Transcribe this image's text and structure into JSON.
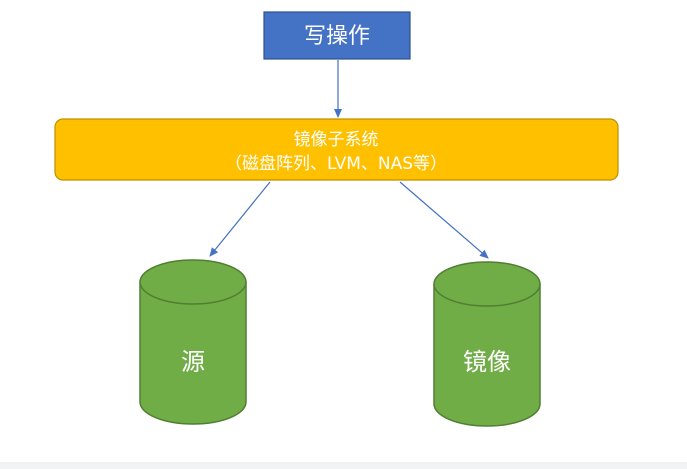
{
  "nodes": {
    "write_op": {
      "label": "写操作",
      "fill": "#4472C4",
      "stroke": "#2F528F",
      "text_color": "#ffffff"
    },
    "mirror_subsystem": {
      "line1": "镜像子系统",
      "line2": "（磁盘阵列、LVM、NAS等）",
      "fill": "#FFC000",
      "stroke": "#BF9000",
      "text_color": "#ffffff"
    },
    "source": {
      "label": "源",
      "fill": "#70AD47",
      "stroke": "#507E32",
      "text_color": "#ffffff"
    },
    "mirror": {
      "label": "镜像",
      "fill": "#70AD47",
      "stroke": "#507E32",
      "text_color": "#ffffff"
    }
  },
  "edges": [
    {
      "from": "write_op",
      "to": "mirror_subsystem"
    },
    {
      "from": "mirror_subsystem",
      "to": "source"
    },
    {
      "from": "mirror_subsystem",
      "to": "mirror"
    }
  ],
  "arrow_color": "#4472C4"
}
